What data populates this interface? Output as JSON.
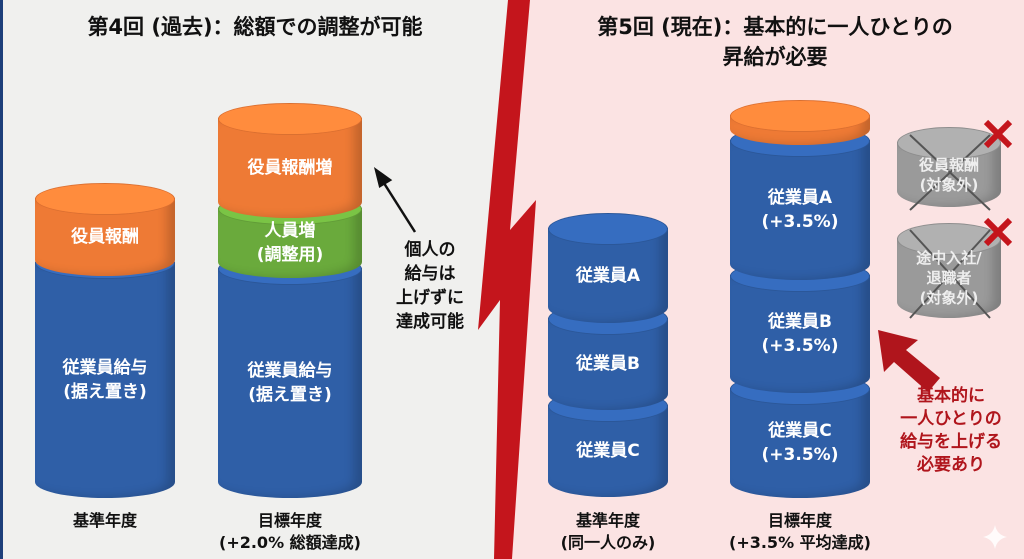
{
  "left": {
    "title": "第4回 (過去)：総額での調整が可能",
    "base": {
      "exec": "役員報酬",
      "staff": [
        "従業員給与",
        "(据え置き)"
      ],
      "label": "基準年度"
    },
    "target": {
      "exec": "役員報酬増",
      "headcount": [
        "人員増",
        "(調整用)"
      ],
      "staff": [
        "従業員給与",
        "(据え置き)"
      ],
      "label": [
        "目標年度",
        "(+2.0% 総額達成)"
      ]
    },
    "note": [
      "個人の",
      "給与は",
      "上げずに",
      "達成可能"
    ]
  },
  "right": {
    "title": [
      "第5回 (現在)：基本的に一人ひとりの",
      "昇給が必要"
    ],
    "base": {
      "segments": [
        "従業員A",
        "従業員B",
        "従業員C"
      ],
      "label": [
        "基準年度",
        "(同一人のみ)"
      ]
    },
    "target": {
      "segments": [
        [
          "従業員A",
          "(+3.5%)"
        ],
        [
          "従業員B",
          "(+3.5%)"
        ],
        [
          "従業員C",
          "(+3.5%)"
        ]
      ],
      "label": [
        "目標年度",
        "(+3.5% 平均達成)"
      ]
    },
    "excluded": [
      [
        "役員報酬",
        "(対象外)"
      ],
      [
        "途中入社/",
        "退職者",
        "(対象外)"
      ]
    ],
    "note": [
      "基本的に",
      "一人ひとりの",
      "給与を上げる",
      "必要あり"
    ]
  },
  "colors": {
    "blue": "#2f5fa7",
    "orange": "#ee7a35",
    "green": "#6aaa3c",
    "red": "#b0151c"
  }
}
